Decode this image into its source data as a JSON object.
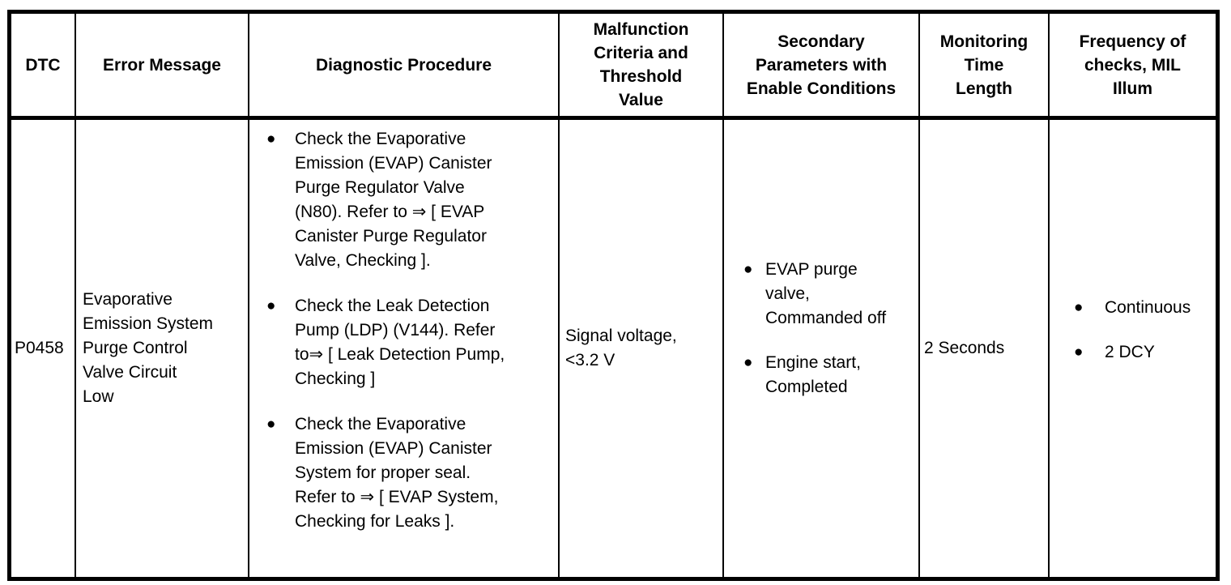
{
  "glyphs": {
    "bullet": "●"
  },
  "colors": {
    "border": "#000000",
    "text": "#000000",
    "background": "#ffffff"
  },
  "table": {
    "headers": [
      "DTC",
      "Error Message",
      "Diagnostic Procedure",
      "Malfunction\nCriteria and\nThreshold\nValue",
      "Secondary\nParameters with\nEnable Conditions",
      "Monitoring\nTime\nLength",
      "Frequency of\nchecks, MIL\nIllum"
    ],
    "row": {
      "dtc": "P0458",
      "error_message": "Evaporative\nEmission System\nPurge Control\nValve Circuit\nLow",
      "diagnostic_procedure": [
        "Check the Evaporative\nEmission (EVAP) Canister\nPurge Regulator Valve\n(N80). Refer to ⇒ [ EVAP\nCanister Purge Regulator\nValve, Checking ].",
        "Check the Leak Detection\nPump (LDP) (V144). Refer\nto⇒ [ Leak Detection Pump,\nChecking ]",
        "Check the Evaporative\nEmission (EVAP) Canister\nSystem for proper seal.\nRefer to ⇒ [ EVAP System,\nChecking for Leaks ]."
      ],
      "malfunction_criteria": "Signal voltage,\n<3.2 V",
      "secondary_parameters": [
        "EVAP purge\nvalve,\nCommanded off",
        "Engine start,\nCompleted"
      ],
      "monitoring_time": "2 Seconds",
      "frequency_of_checks": [
        "Continuous",
        "2 DCY"
      ]
    }
  }
}
